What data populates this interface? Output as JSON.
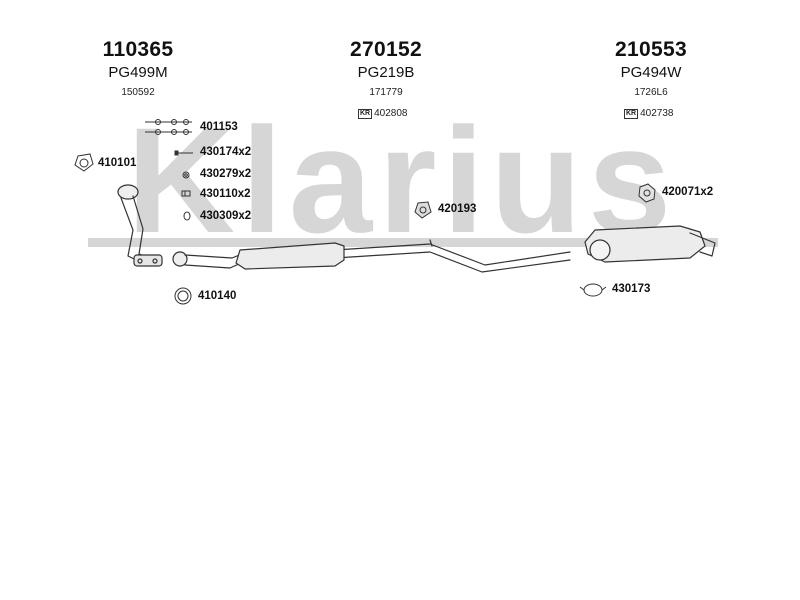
{
  "watermark": {
    "text": "Klarius",
    "color": "#d4d4d4"
  },
  "sections": [
    {
      "part_no": "110365",
      "oem": "PG499M",
      "ref": "150592",
      "kr": ""
    },
    {
      "part_no": "270152",
      "oem": "PG219B",
      "ref": "171779",
      "kr": "402808"
    },
    {
      "part_no": "210553",
      "oem": "PG494W",
      "ref": "1726L6",
      "kr": "402738"
    }
  ],
  "kr_badge": "KR",
  "fittings": [
    {
      "code": "401153",
      "icon": "bolt-set-icon"
    },
    {
      "code": "410101",
      "icon": "triangle-gasket-icon"
    },
    {
      "code": "430174x2",
      "icon": "bolt-icon"
    },
    {
      "code": "430279x2",
      "icon": "spring-icon"
    },
    {
      "code": "430110x2",
      "icon": "nut-icon"
    },
    {
      "code": "430309x2",
      "icon": "washer-icon"
    },
    {
      "code": "420193",
      "icon": "rubber-mount-icon"
    },
    {
      "code": "420071x2",
      "icon": "hex-mount-icon"
    },
    {
      "code": "410140",
      "icon": "ring-gasket-icon"
    },
    {
      "code": "430173",
      "icon": "clamp-icon"
    }
  ]
}
